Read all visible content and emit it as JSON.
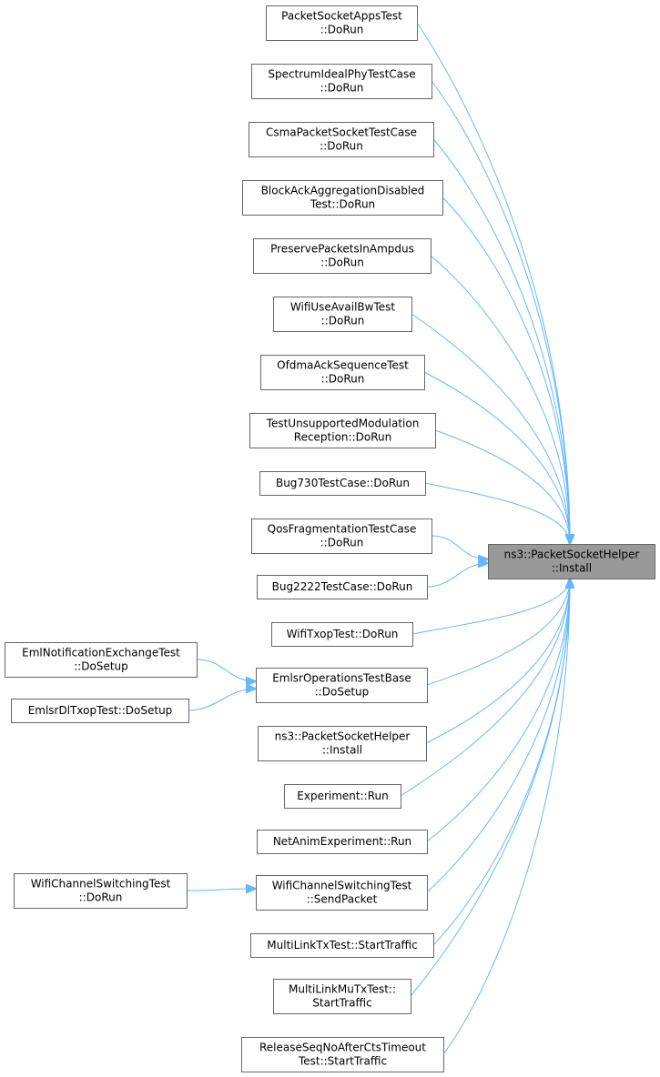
{
  "diagram": {
    "target": {
      "id": "target",
      "lines": [
        "ns3::PacketSocketHelper",
        "::Install"
      ]
    },
    "nodes": [
      {
        "id": "n1",
        "lines": [
          "PacketSocketAppsTest",
          "::DoRun"
        ]
      },
      {
        "id": "n2",
        "lines": [
          "SpectrumIdealPhyTestCase",
          "::DoRun"
        ]
      },
      {
        "id": "n3",
        "lines": [
          "CsmaPacketSocketTestCase",
          "::DoRun"
        ]
      },
      {
        "id": "n4",
        "lines": [
          "BlockAckAggregationDisabled",
          "Test::DoRun"
        ]
      },
      {
        "id": "n5",
        "lines": [
          "PreservePacketsInAmpdus",
          "::DoRun"
        ]
      },
      {
        "id": "n6",
        "lines": [
          "WifiUseAvailBwTest",
          "::DoRun"
        ]
      },
      {
        "id": "n7",
        "lines": [
          "OfdmaAckSequenceTest",
          "::DoRun"
        ]
      },
      {
        "id": "n8",
        "lines": [
          "TestUnsupportedModulation",
          "Reception::DoRun"
        ]
      },
      {
        "id": "n9",
        "lines": [
          "Bug730TestCase::DoRun"
        ]
      },
      {
        "id": "n10",
        "lines": [
          "QosFragmentationTestCase",
          "::DoRun"
        ]
      },
      {
        "id": "n11",
        "lines": [
          "Bug2222TestCase::DoRun"
        ]
      },
      {
        "id": "n12",
        "lines": [
          "WifiTxopTest::DoRun"
        ]
      },
      {
        "id": "n13",
        "lines": [
          "EmlsrOperationsTestBase",
          "::DoSetup"
        ]
      },
      {
        "id": "n14",
        "lines": [
          "ns3::PacketSocketHelper",
          "::Install"
        ]
      },
      {
        "id": "n15",
        "lines": [
          "Experiment::Run"
        ]
      },
      {
        "id": "n16",
        "lines": [
          "NetAnimExperiment::Run"
        ]
      },
      {
        "id": "n17",
        "lines": [
          "WifiChannelSwitchingTest",
          "::SendPacket"
        ]
      },
      {
        "id": "n18",
        "lines": [
          "MultiLinkTxTest::StartTraffic"
        ]
      },
      {
        "id": "n19",
        "lines": [
          "MultiLinkMuTxTest::",
          "StartTraffic"
        ]
      },
      {
        "id": "n20",
        "lines": [
          "ReleaseSeqNoAfterCtsTimeout",
          "Test::StartTraffic"
        ]
      },
      {
        "id": "l1",
        "lines": [
          "EmlNotificationExchangeTest",
          "::DoSetup"
        ]
      },
      {
        "id": "l2",
        "lines": [
          "EmlsrDlTxopTest::DoSetup"
        ]
      },
      {
        "id": "l3",
        "lines": [
          "WifiChannelSwitchingTest",
          "::DoRun"
        ]
      }
    ],
    "edges": [
      [
        "n1",
        "target"
      ],
      [
        "n2",
        "target"
      ],
      [
        "n3",
        "target"
      ],
      [
        "n4",
        "target"
      ],
      [
        "n5",
        "target"
      ],
      [
        "n6",
        "target"
      ],
      [
        "n7",
        "target"
      ],
      [
        "n8",
        "target"
      ],
      [
        "n9",
        "target"
      ],
      [
        "n10",
        "target"
      ],
      [
        "n11",
        "target"
      ],
      [
        "n12",
        "target"
      ],
      [
        "n13",
        "target"
      ],
      [
        "n14",
        "target"
      ],
      [
        "n15",
        "target"
      ],
      [
        "n16",
        "target"
      ],
      [
        "n17",
        "target"
      ],
      [
        "n18",
        "target"
      ],
      [
        "n19",
        "target"
      ],
      [
        "n20",
        "target"
      ],
      [
        "l1",
        "n13"
      ],
      [
        "l2",
        "n13"
      ],
      [
        "l3",
        "n17"
      ]
    ],
    "colors": {
      "edge": "#63b8ff",
      "node_border": "#666666",
      "node_fill": "#ffffff",
      "target_fill": "#999999",
      "text": "#000000"
    }
  }
}
